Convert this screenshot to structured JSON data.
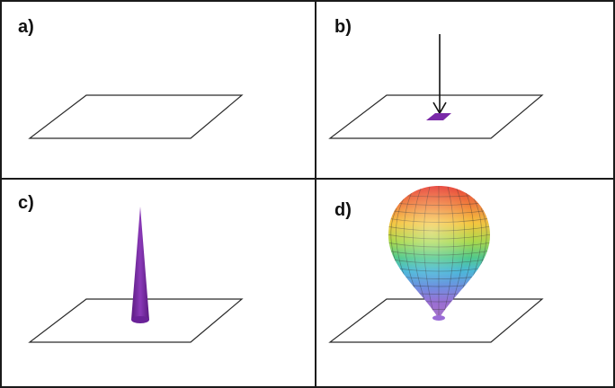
{
  "panels": [
    {
      "label": "a)"
    },
    {
      "label": "b)"
    },
    {
      "label": "c)"
    },
    {
      "label": "d)"
    }
  ],
  "colors": {
    "border": "#1a1a1a",
    "plane_stroke": "#2a2a2a",
    "arrow": "#111111",
    "purple": "#7a2aa8",
    "purple_dark": "#5a1a80",
    "purple_light": "#a35acb"
  },
  "icons": {
    "panel_a": "empty-plane-icon",
    "panel_b": "arrow-impact-icon",
    "panel_c": "purple-spike-icon",
    "panel_d": "rainbow-balloon-icon"
  }
}
